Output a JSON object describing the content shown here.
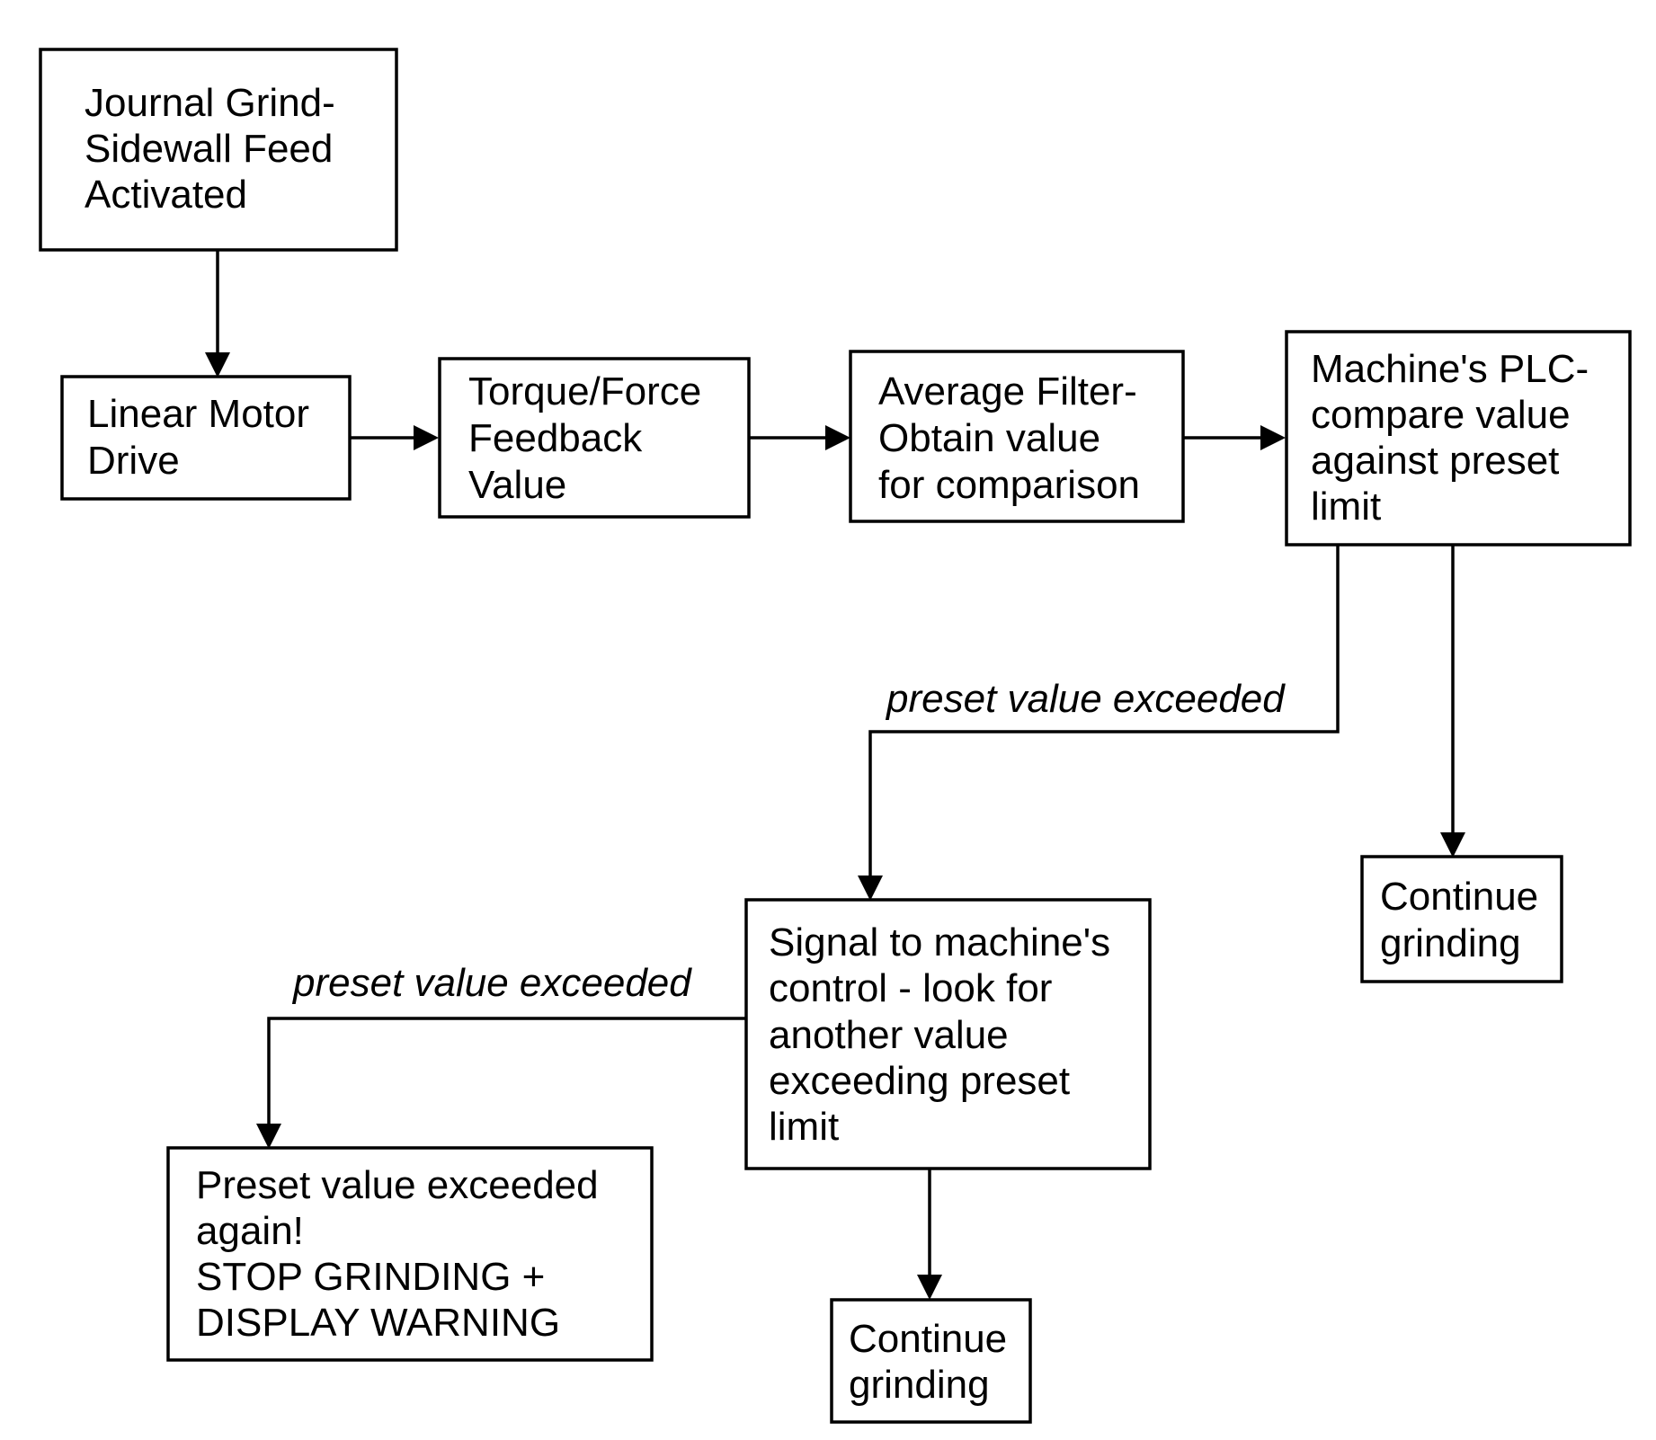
{
  "nodes": [
    {
      "id": "journal-grind",
      "lines": [
        "Journal Grind-",
        "Sidewall Feed",
        "Activated"
      ]
    },
    {
      "id": "linear-motor",
      "lines": [
        "Linear Motor",
        "Drive"
      ]
    },
    {
      "id": "torque-feedback",
      "lines": [
        "Torque/Force",
        "Feedback",
        "Value"
      ]
    },
    {
      "id": "average-filter",
      "lines": [
        "Average Filter-",
        "Obtain value",
        "for comparison"
      ]
    },
    {
      "id": "plc-compare",
      "lines": [
        "Machine's PLC-",
        "compare value",
        "against preset",
        "limit"
      ]
    },
    {
      "id": "continue-1",
      "lines": [
        "Continue",
        "grinding"
      ]
    },
    {
      "id": "signal-control",
      "lines": [
        "Signal to machine's",
        "control - look for",
        "another value",
        "exceeding preset",
        "limit"
      ]
    },
    {
      "id": "stop-grinding",
      "lines": [
        "Preset value exceeded",
        "again!",
        "STOP GRINDING +",
        "DISPLAY WARNING"
      ]
    },
    {
      "id": "continue-2",
      "lines": [
        "Continue",
        "grinding"
      ]
    }
  ],
  "edges": [
    {
      "from": "journal-grind",
      "to": "linear-motor",
      "label": ""
    },
    {
      "from": "linear-motor",
      "to": "torque-feedback",
      "label": ""
    },
    {
      "from": "torque-feedback",
      "to": "average-filter",
      "label": ""
    },
    {
      "from": "average-filter",
      "to": "plc-compare",
      "label": ""
    },
    {
      "from": "plc-compare",
      "to": "signal-control",
      "label": "preset value exceeded"
    },
    {
      "from": "plc-compare",
      "to": "continue-1",
      "label": ""
    },
    {
      "from": "signal-control",
      "to": "stop-grinding",
      "label": "preset value exceeded"
    },
    {
      "from": "signal-control",
      "to": "continue-2",
      "label": ""
    }
  ]
}
